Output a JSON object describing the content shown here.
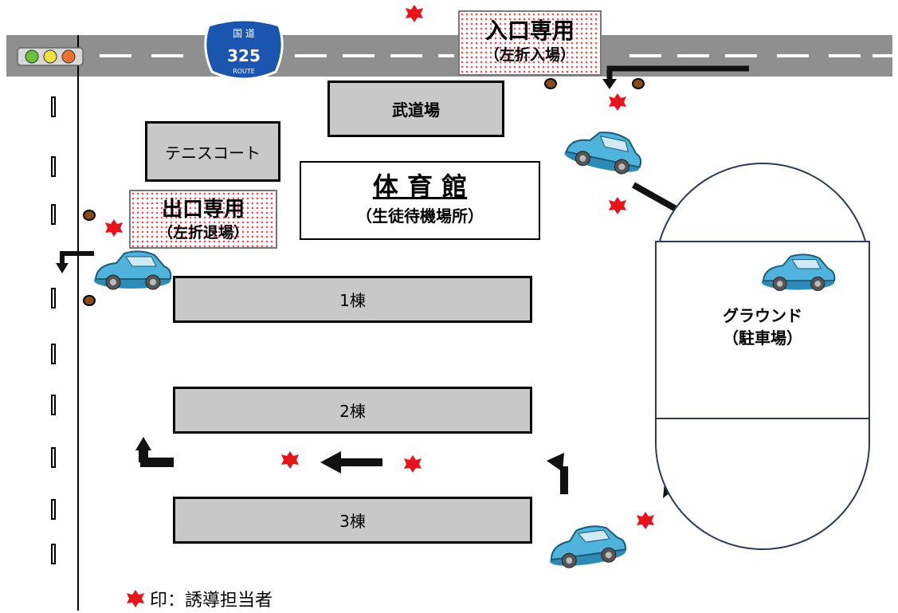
{
  "route_sign": {
    "top_label": "国 道",
    "number": "325",
    "bottom_label": "ROUTE"
  },
  "entrance_sign": {
    "title": "入口専用",
    "subtitle": "（左折入場）"
  },
  "exit_sign": {
    "title": "出口専用",
    "subtitle": "（左折退場）"
  },
  "buildings": {
    "budojo": "武道場",
    "tennis": "テニスコート",
    "gym_title": "体 育 館",
    "gym_subtitle": "（生徒待機場所）",
    "bldg1": "1棟",
    "bldg2": "2棟",
    "bldg3": "3棟"
  },
  "ground": {
    "title": "グラウンド",
    "subtitle": "（駐車場）"
  },
  "legend": {
    "text": "印：誘導担当者"
  },
  "colors": {
    "road": "#8f8f8f",
    "building": "#c8c8c8",
    "marker": "#e8141c",
    "car": "#4fb3dc",
    "ground_border": "#2b3a55"
  }
}
